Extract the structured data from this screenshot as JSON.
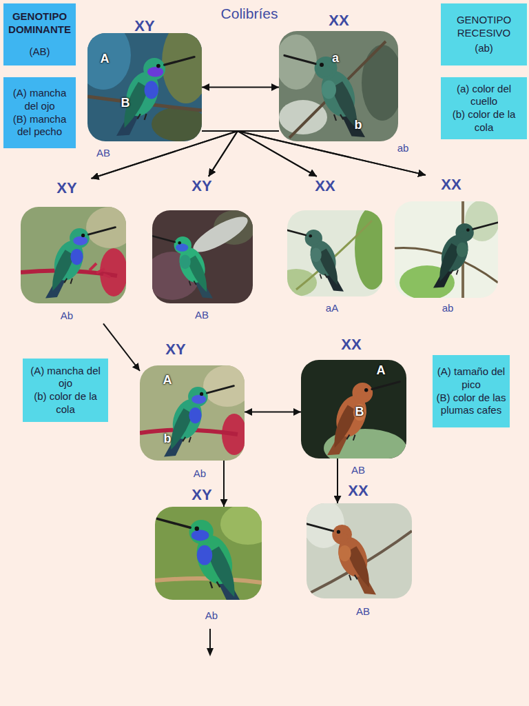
{
  "diagram": {
    "title": "Colibríes",
    "nodes": [
      {
        "text": [
          "GENOTIPO DOMINANTE",
          "(AB)"
        ]
      },
      {
        "text": [
          "XY",
          "A",
          "B",
          "AB"
        ]
      },
      {
        "text": [
          "XX",
          "a",
          "b",
          "ab"
        ]
      },
      {
        "text": [
          "GENOTIPO RECESIVO",
          "(ab)"
        ]
      },
      {
        "text": [
          "(A) mancha del ojo",
          "(B) mancha del pecho"
        ]
      },
      {
        "text": [
          "(a) color del cuello",
          "(b) color de la cola"
        ]
      },
      {
        "text": [
          "XY",
          "Ab"
        ]
      },
      {
        "text": [
          "XY",
          "AB"
        ]
      },
      {
        "text": [
          "XX",
          "aA"
        ]
      },
      {
        "text": [
          "XX",
          "ab"
        ]
      },
      {
        "text": [
          "(A) mancha del ojo",
          "(b) color de la cola"
        ]
      },
      {
        "text": [
          "XY",
          "A",
          "b",
          "Ab"
        ]
      },
      {
        "text": [
          "XX",
          "A",
          "B",
          "AB"
        ]
      },
      {
        "text": [
          "(A) tamaño del pico",
          "(B) color de las plumas cafes"
        ]
      },
      {
        "text": [
          "XY",
          "Ab"
        ]
      },
      {
        "text": [
          "XX",
          "AB"
        ]
      }
    ],
    "edges": [
      {
        "from": 1,
        "to": 2,
        "arrow": "both"
      },
      {
        "from": 1,
        "to": 6,
        "arrow": "to"
      },
      {
        "from": 1,
        "to": 7,
        "arrow": "to"
      },
      {
        "from": 1,
        "to": 8,
        "arrow": "to"
      },
      {
        "from": 1,
        "to": 9,
        "arrow": "to"
      },
      {
        "from": 2,
        "to": 6,
        "arrow": "to"
      },
      {
        "from": 2,
        "to": 7,
        "arrow": "to"
      },
      {
        "from": 2,
        "to": 8,
        "arrow": "to"
      },
      {
        "from": 2,
        "to": 9,
        "arrow": "to"
      },
      {
        "from": 6,
        "to": 11,
        "arrow": "to"
      },
      {
        "from": 11,
        "to": 12,
        "arrow": "both"
      },
      {
        "from": 11,
        "to": 14,
        "arrow": "to"
      },
      {
        "from": 12,
        "to": 15,
        "arrow": "to"
      }
    ]
  }
}
